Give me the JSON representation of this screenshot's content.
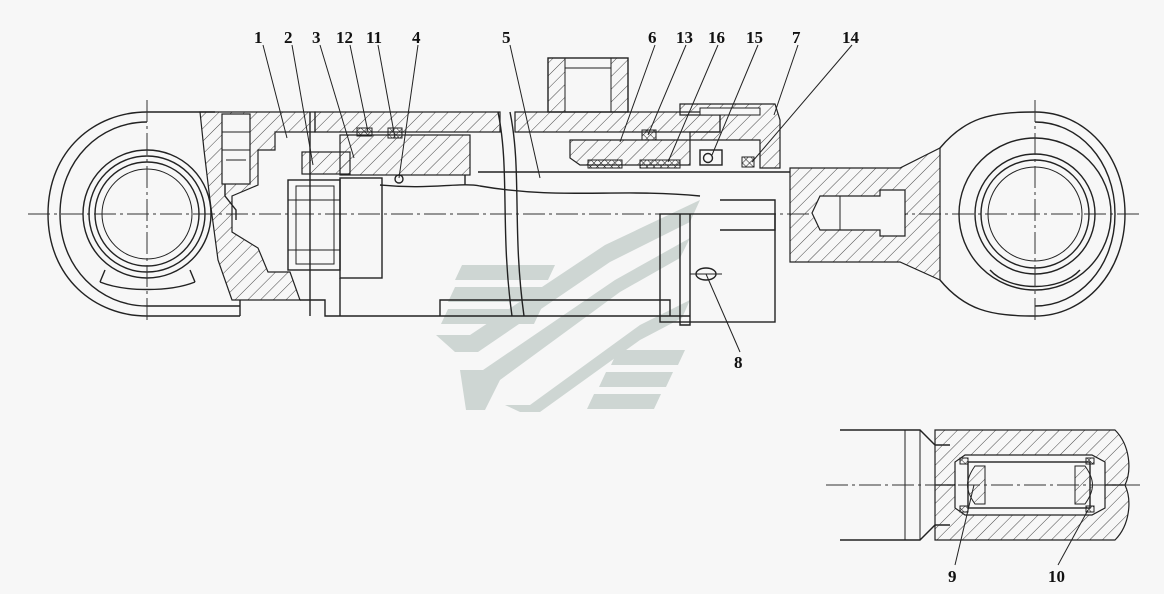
{
  "drawing": {
    "callouts": [
      "1",
      "2",
      "3",
      "12",
      "11",
      "4",
      "5",
      "6",
      "13",
      "16",
      "15",
      "7",
      "14",
      "8",
      "9",
      "10"
    ]
  },
  "colors": {
    "background": "#f7f7f7",
    "line": "#222222",
    "watermark": "#c7d1cd"
  },
  "icons": {
    "watermark": "stylized-arrow-watermark-logo"
  }
}
